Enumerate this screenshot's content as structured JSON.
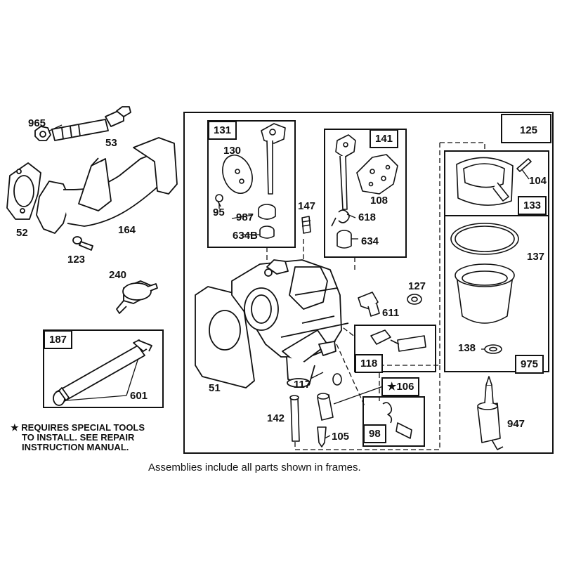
{
  "parts": {
    "p965": "965",
    "p53": "53",
    "p52": "52",
    "p164": "164",
    "p123": "123",
    "p240": "240",
    "p601": "601",
    "p51": "51",
    "p131": "131",
    "p130": "130",
    "p95": "95",
    "p987": "987",
    "p634b": "634B",
    "p141": "141",
    "p108": "108",
    "p618": "618",
    "p634": "634",
    "p147": "147",
    "p125": "125",
    "p104": "104",
    "p133": "133",
    "p137": "137",
    "p127": "127",
    "p611": "611",
    "p138": "138",
    "p975": "975",
    "p118": "118",
    "p117": "117",
    "p106": "★106",
    "p142": "142",
    "p105": "105",
    "p98": "98",
    "p947": "947",
    "p187": "187"
  },
  "note": {
    "line1": "★ REQUIRES SPECIAL TOOLS",
    "line2": "TO INSTALL.  SEE REPAIR",
    "line3": "INSTRUCTION MANUAL."
  },
  "caption": "Assemblies include all parts shown in frames."
}
